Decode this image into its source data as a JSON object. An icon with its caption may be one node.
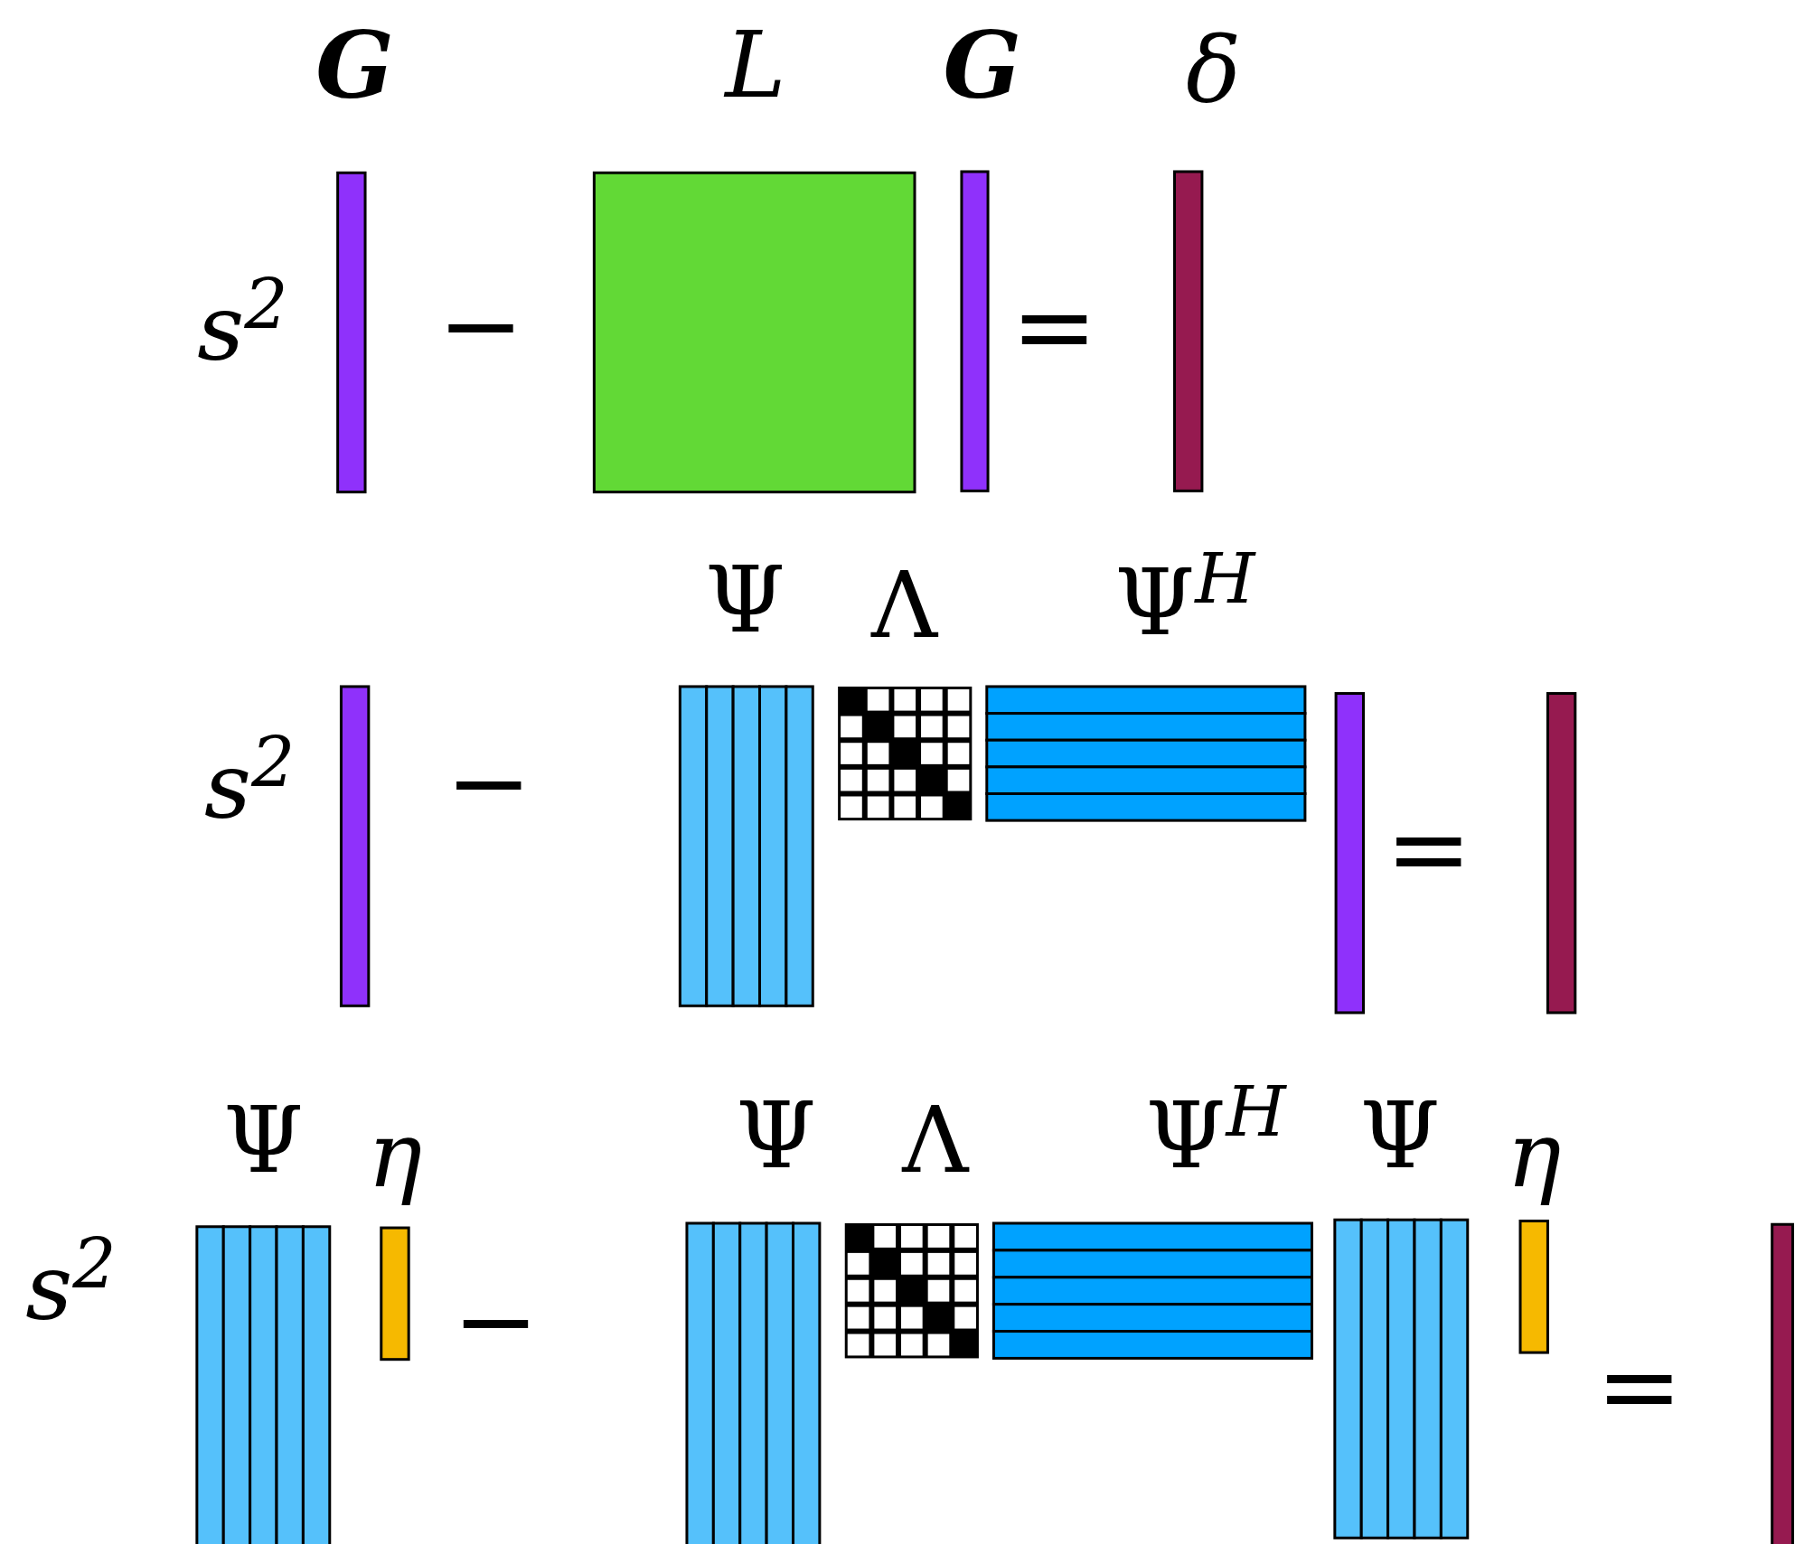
{
  "diagram": {
    "labels": [
      "**G**",
      "*L*",
      "**G**",
      "*δ*",
      "*s*$^{2}$",
      "−",
      "=",
      "Ψ",
      "Λ",
      "Ψ$^{H}$",
      "*s*$^{2}$",
      "−",
      "=",
      "Ψ",
      "*η*",
      "Ψ",
      "Λ",
      "Ψ$^{H}$",
      "Ψ",
      "*η*",
      "*s*$^{2}$",
      "−",
      "="
    ]
  }
}
